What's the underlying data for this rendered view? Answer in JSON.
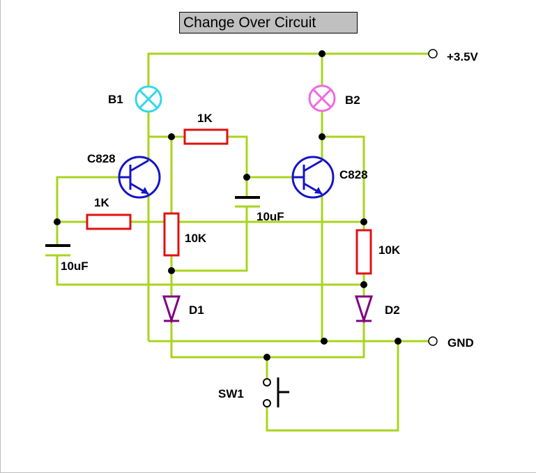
{
  "title": "Change Over Circuit",
  "terminals": {
    "supply": "+3.5V",
    "ground": "GND"
  },
  "lamps": [
    {
      "label": "B1",
      "color": "#33d6e8"
    },
    {
      "label": "B2",
      "color": "#f06ae0"
    }
  ],
  "transistors": [
    {
      "label": "C828"
    },
    {
      "label": "C828"
    }
  ],
  "resistors": [
    {
      "label": "1K"
    },
    {
      "label": "1K"
    },
    {
      "label": "10K"
    },
    {
      "label": "10K"
    }
  ],
  "capacitors": [
    {
      "label": "10uF"
    },
    {
      "label": "10uF"
    }
  ],
  "diodes": [
    {
      "label": "D1"
    },
    {
      "label": "D2"
    }
  ],
  "switch": {
    "label": "SW1"
  },
  "colors": {
    "wire": "#a8d41c",
    "resistor": "#e01010",
    "transistor": "#1414c8",
    "diode": "#800080",
    "node": "#000000"
  }
}
